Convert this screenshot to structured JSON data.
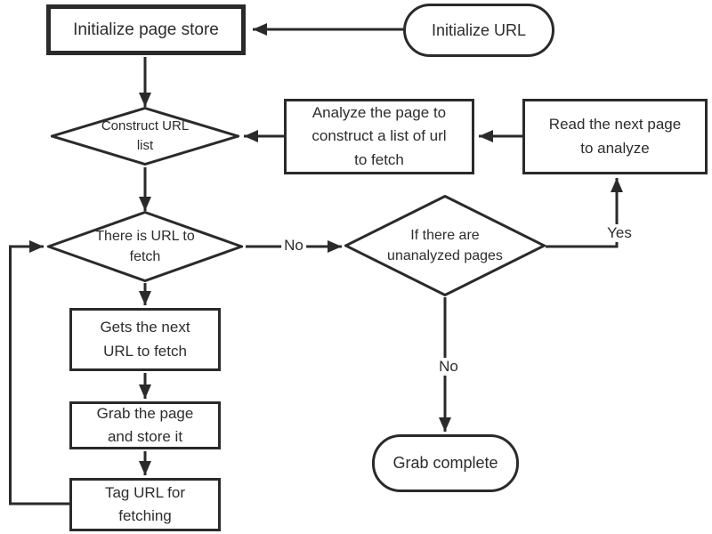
{
  "diagram": {
    "nodes": {
      "initialize_page_store": {
        "lines": [
          "Initialize page store"
        ]
      },
      "initialize_url": {
        "lines": [
          "Initialize URL"
        ]
      },
      "construct_url_list": {
        "lines": [
          "Construct URL",
          "list"
        ]
      },
      "analyze_page": {
        "lines": [
          "Analyze the page to",
          "construct a list of url",
          "to fetch"
        ]
      },
      "read_next_page": {
        "lines": [
          "Read the next page",
          "to analyze"
        ]
      },
      "url_to_fetch": {
        "lines": [
          "There is URL to",
          "fetch"
        ]
      },
      "unanalyzed_pages": {
        "lines": [
          "If there are",
          "unanalyzed pages"
        ]
      },
      "gets_next_url": {
        "lines": [
          "Gets the next",
          "URL to fetch"
        ]
      },
      "grab_page": {
        "lines": [
          "Grab the page",
          "and store it"
        ]
      },
      "tag_url": {
        "lines": [
          "Tag URL for",
          "fetching"
        ]
      },
      "grab_complete": {
        "lines": [
          "Grab complete"
        ]
      }
    },
    "edge_labels": {
      "no_fetch": "No",
      "yes_unanalyzed": "Yes",
      "no_unanalyzed": "No"
    },
    "colors": {
      "stroke": "#2a2a2a",
      "text": "#2d2d2d",
      "background": "#ffffff"
    }
  }
}
